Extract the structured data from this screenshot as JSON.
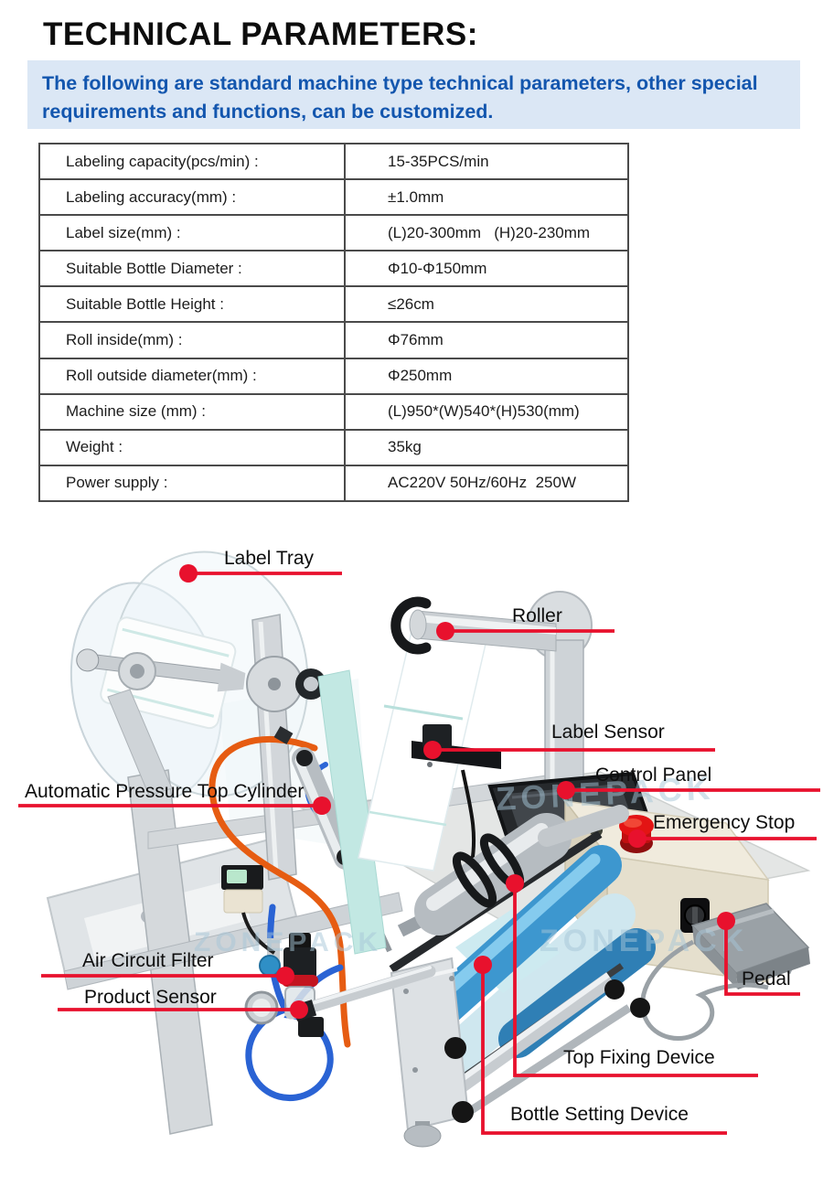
{
  "header": {
    "title": "TECHNICAL PARAMETERS:"
  },
  "notice": {
    "text": "The following are standard machine type technical parameters, other special requirements and functions, can be customized."
  },
  "spec_table": {
    "rows": [
      {
        "label": "Labeling capacity(pcs/min) :",
        "value": "15-35PCS/min"
      },
      {
        "label": "Labeling accuracy(mm) :",
        "value": "±1.0mm"
      },
      {
        "label": "Label size(mm) :",
        "value": "(L)20-300mm   (H)20-230mm"
      },
      {
        "label": "Suitable Bottle Diameter :",
        "value": "Φ10-Φ150mm"
      },
      {
        "label": "Suitable Bottle Height :",
        "value": "≤26cm"
      },
      {
        "label": "Roll inside(mm) :",
        "value": "Φ76mm"
      },
      {
        "label": "Roll outside diameter(mm) :",
        "value": "Φ250mm"
      },
      {
        "label": "Machine size (mm) :",
        "value": "(L)950*(W)540*(H)530(mm)"
      },
      {
        "label": "Weight :",
        "value": "35kg"
      },
      {
        "label": "Power supply :",
        "value": "AC220V 50Hz/60Hz  250W"
      }
    ]
  },
  "diagram": {
    "watermark": "ZONEPACK",
    "callout_color": "#e8112d",
    "callouts": [
      {
        "id": "label-tray",
        "label": "Label Tray"
      },
      {
        "id": "roller",
        "label": "Roller"
      },
      {
        "id": "label-sensor",
        "label": "Label Sensor"
      },
      {
        "id": "control-panel",
        "label": "Control Panel"
      },
      {
        "id": "emergency-stop",
        "label": "Emergency Stop"
      },
      {
        "id": "auto-pressure-top-cylinder",
        "label": "Automatic Pressure Top Cylinder"
      },
      {
        "id": "air-circuit-filter",
        "label": "Air Circuit Filter"
      },
      {
        "id": "product-sensor",
        "label": "Product Sensor"
      },
      {
        "id": "pedal",
        "label": "Pedal"
      },
      {
        "id": "top-fixing-device",
        "label": "Top Fixing Device"
      },
      {
        "id": "bottle-setting-device",
        "label": "Bottle Setting Device"
      }
    ]
  }
}
